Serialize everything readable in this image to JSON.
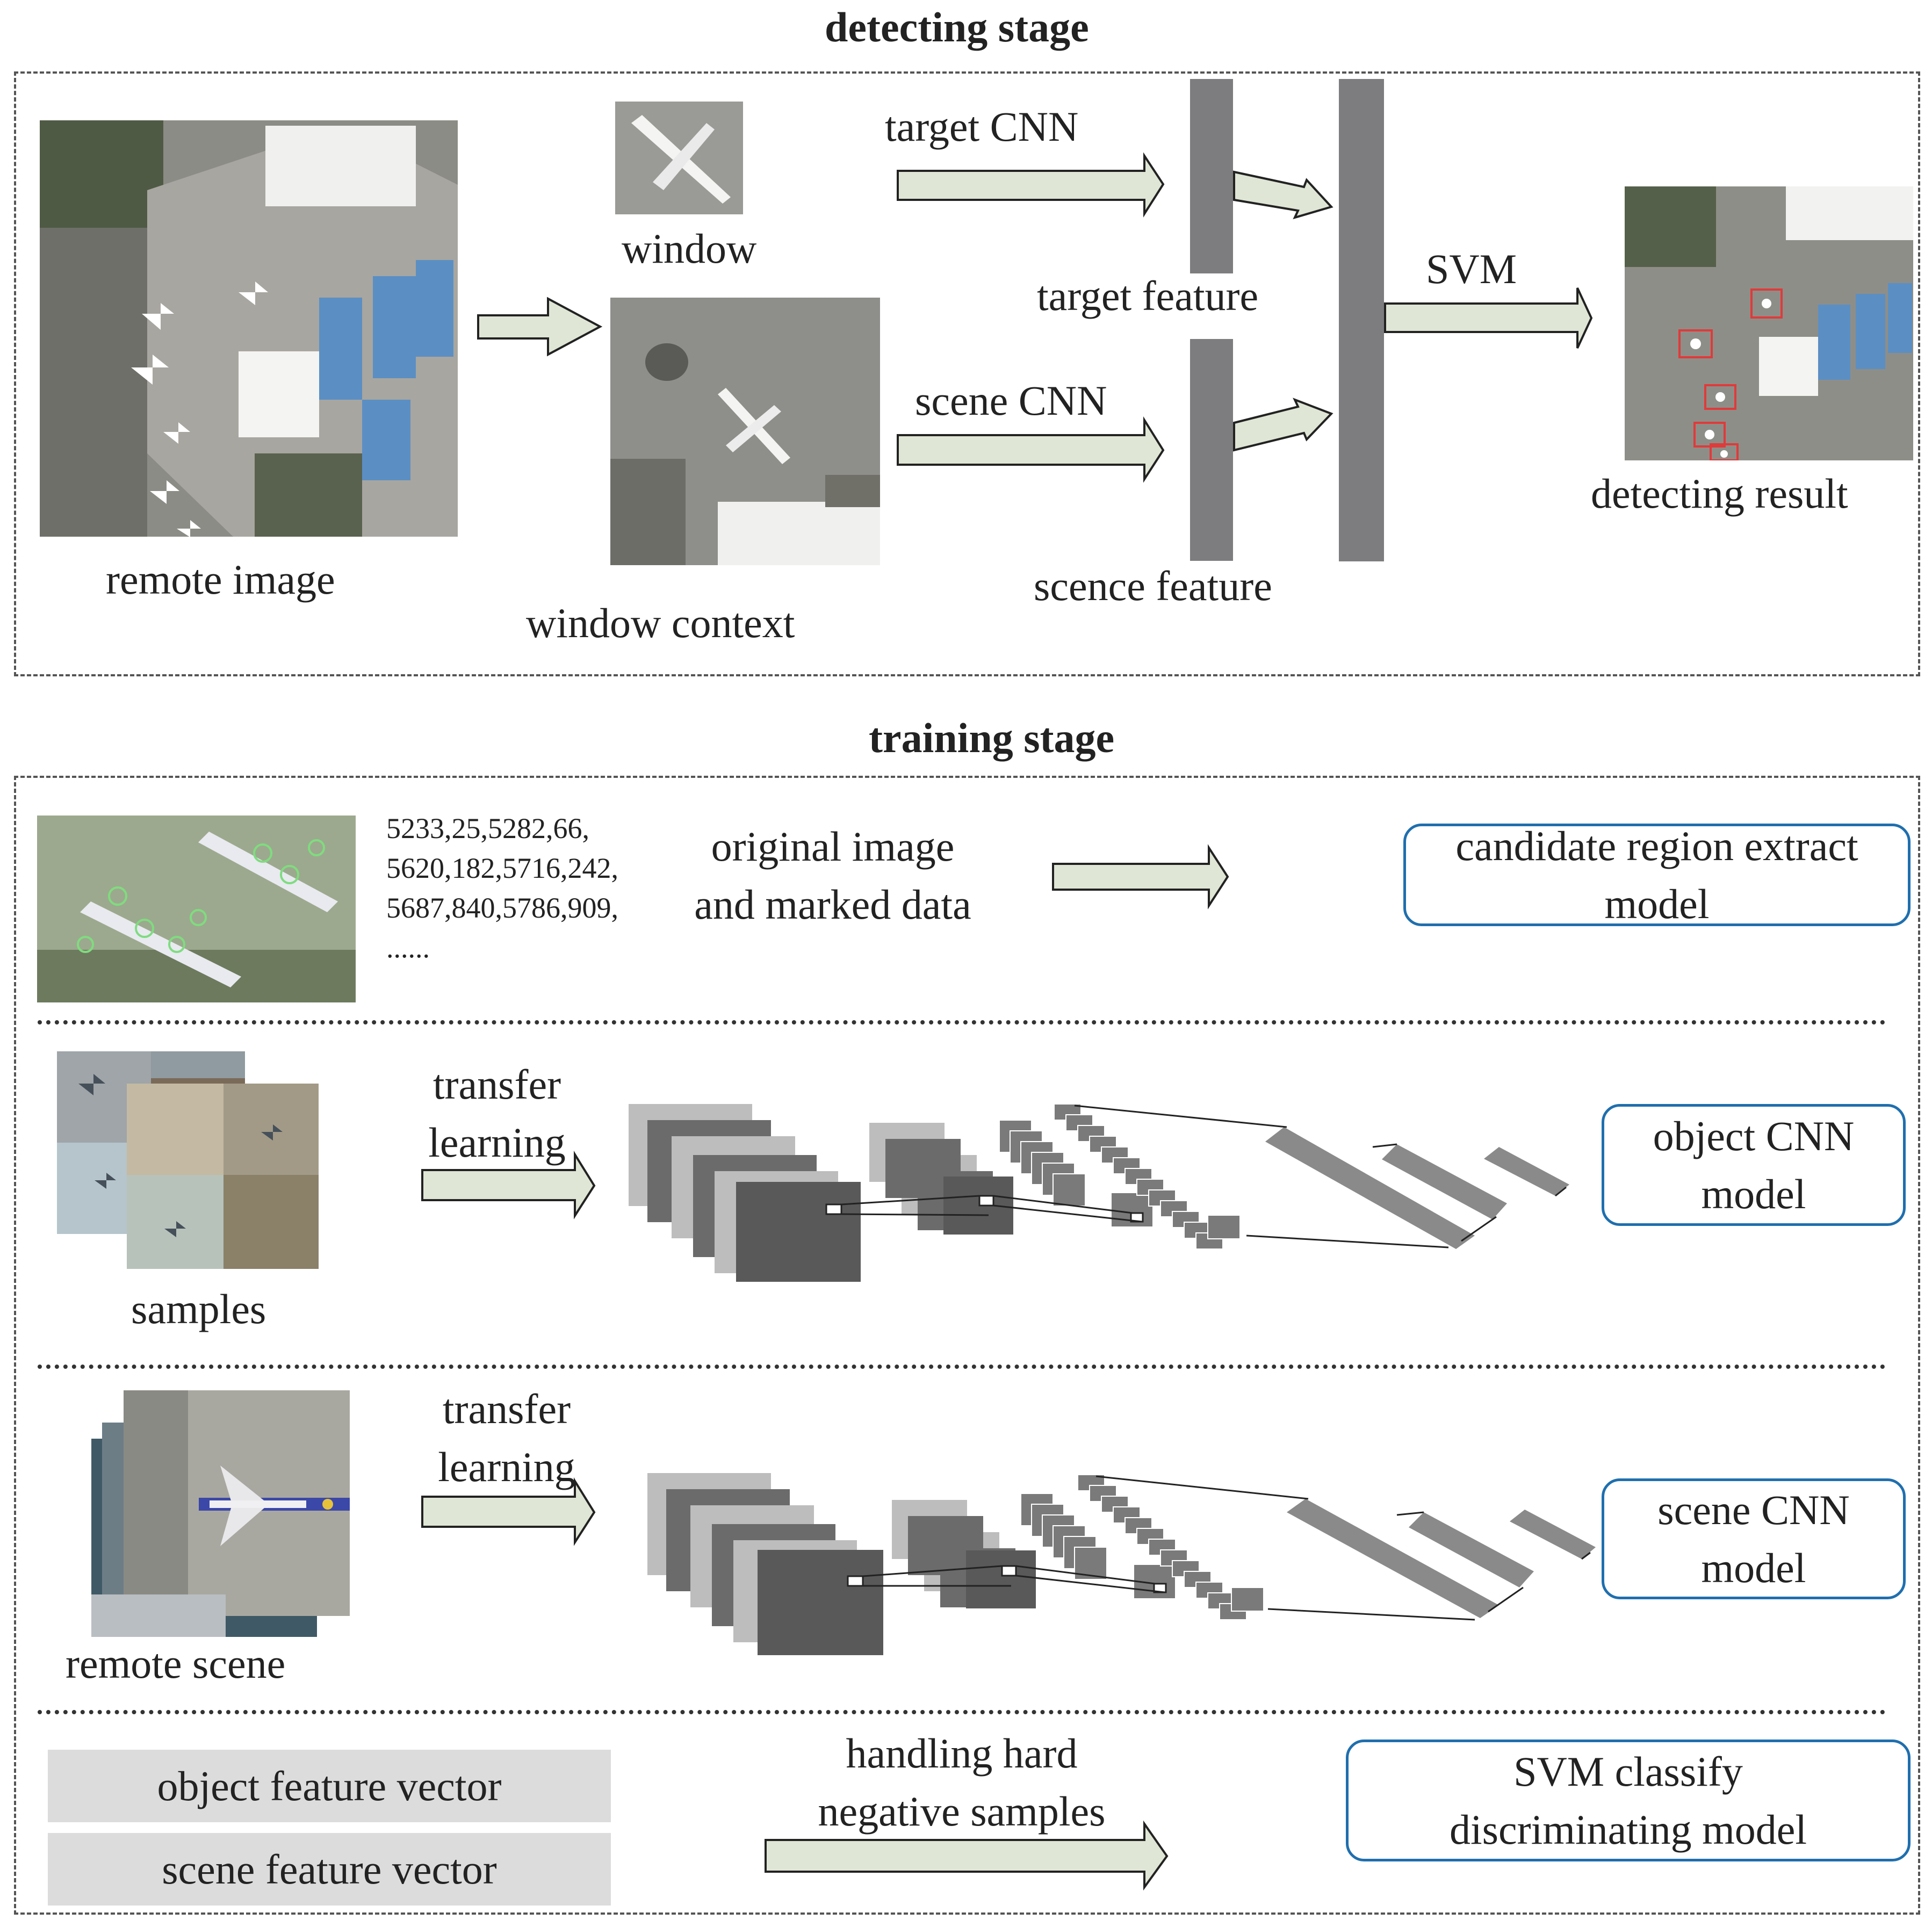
{
  "detecting": {
    "title": "detecting stage",
    "remote_image_label": "remote image",
    "window_label": "window",
    "window_context_label": "window context",
    "target_cnn_label": "target CNN",
    "scene_cnn_label": "scene CNN",
    "target_feature_label": "target feature",
    "scene_feature_label": "scence feature",
    "svm_label": "SVM",
    "result_label": "detecting result"
  },
  "training": {
    "title": "training stage",
    "coords": [
      "5233,25,5282,66,",
      "5620,182,5716,242,",
      "5687,840,5786,909,",
      "......"
    ],
    "original_lines": [
      "original image",
      "and marked data"
    ],
    "candidate_model_lines": [
      "candidate region extract",
      "model"
    ],
    "samples_label": "samples",
    "transfer1_lines": [
      "transfer",
      "learning"
    ],
    "object_model_lines": [
      "object CNN",
      "model"
    ],
    "remote_scene_label": "remote scene",
    "transfer2_lines": [
      "transfer",
      "learning"
    ],
    "scene_model_lines": [
      "scene CNN",
      "model"
    ],
    "object_vector": "object feature vector",
    "scene_vector": "scene feature vector",
    "hard_negative_lines": [
      "handling hard",
      "negative samples"
    ],
    "svm_model_lines": [
      "SVM classify",
      "discriminating model"
    ]
  },
  "colors": {
    "arrow_fill": "#dfe6d5",
    "feature_bar": "#7d7d7f",
    "model_border": "#1f6fae",
    "vector_bg": "#dcdcdc"
  }
}
